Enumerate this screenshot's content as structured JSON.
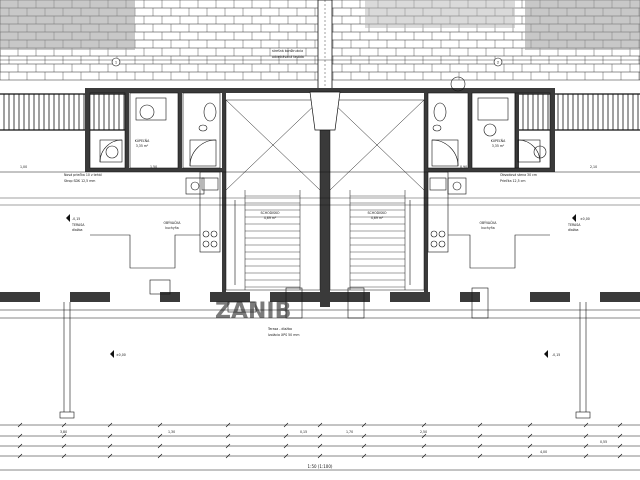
{
  "drawing": {
    "scale_label": "1:50 (1:100)",
    "level_labels": [
      "±0,00",
      "-0,15",
      "-0,15",
      "±0,00"
    ],
    "column_markers": [
      "1",
      "2"
    ],
    "room_labels": [
      {
        "name": "KÚPEĽŇA",
        "detail": "3,35 m²"
      },
      {
        "name": "KÚPEĽŇA",
        "detail": "3,35 m²"
      },
      {
        "name": "OBÝVAČKA",
        "detail": "kuchyňa"
      },
      {
        "name": "OBÝVAČKA",
        "detail": "kuchyňa"
      },
      {
        "name": "SCHODISKO",
        "detail": "4,69 m²"
      },
      {
        "name": "SCHODISKO",
        "detail": "4,69 m²"
      },
      {
        "name": "TERASA",
        "detail": "dlažba"
      },
      {
        "name": "TERASA",
        "detail": "dlažba"
      }
    ],
    "notes": [
      "Nová priečka 10 z tehál",
      "Strop SDK 12,5 mm",
      "Obvodová stena 30 cm",
      "Priečka 12,5 cm",
      "Terasa - dlažba",
      "Izolácia XPS 50 mm",
      "strešná konštrukcia",
      "odvetrávaná fasáda"
    ],
    "dimensions_top": [
      "1,00",
      "1,50",
      "0,90",
      "2,10"
    ],
    "dimensions_bottom": [
      "3,80",
      "1,30",
      "0,15",
      "1,70",
      "2,50",
      "4,00",
      "0,55"
    ],
    "watermark": "ZANIB"
  }
}
